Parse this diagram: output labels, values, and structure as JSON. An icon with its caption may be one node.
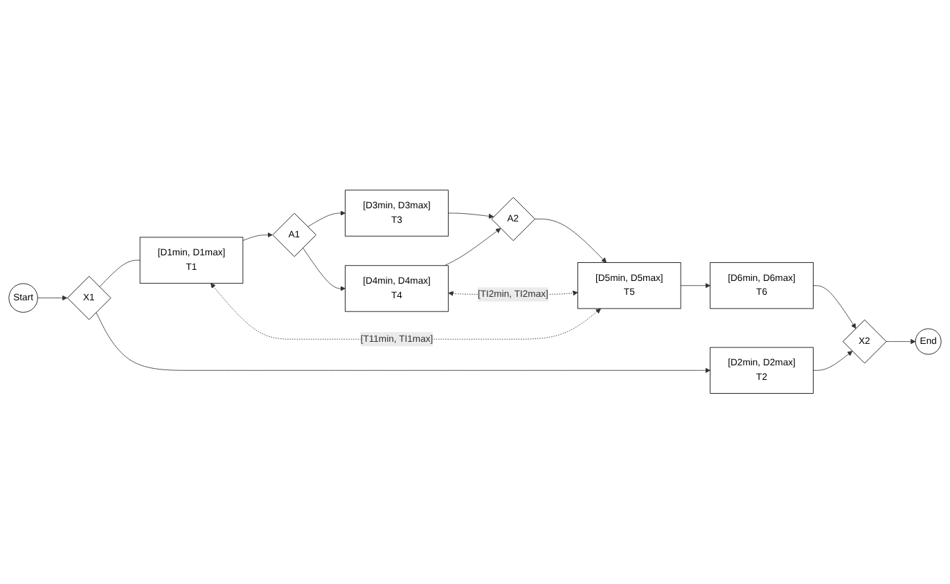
{
  "diagram": {
    "nodes": [
      {
        "text": [
          "Start"
        ]
      },
      {
        "text": [
          "X1"
        ]
      },
      {
        "text": [
          "[D2min, D2max]",
          "T2"
        ]
      },
      {
        "text": [
          "[D1min, D1max]",
          "T1"
        ]
      },
      {
        "text": [
          "A1"
        ]
      },
      {
        "text": [
          "[D3min, D3max]",
          "T3"
        ]
      },
      {
        "text": [
          "[D4min, D4max]",
          "T4"
        ]
      },
      {
        "text": [
          "A2"
        ]
      },
      {
        "text": [
          "[D5min, D5max]",
          "T5"
        ]
      },
      {
        "text": [
          "[D6min, D6max]",
          "T6"
        ]
      },
      {
        "text": [
          "X2"
        ]
      },
      {
        "text": [
          "End"
        ]
      }
    ],
    "edges": [
      {
        "from": 0,
        "to": 1,
        "arrow": "to"
      },
      {
        "from": 1,
        "to": 2,
        "arrow": "to"
      },
      {
        "from": 1,
        "to": 3,
        "arrow": "none"
      },
      {
        "from": 3,
        "to": 4,
        "arrow": "to"
      },
      {
        "from": 4,
        "to": 5,
        "arrow": "to"
      },
      {
        "from": 4,
        "to": 6,
        "arrow": "to"
      },
      {
        "from": 5,
        "to": 7,
        "arrow": "to"
      },
      {
        "from": 6,
        "to": 7,
        "arrow": "to"
      },
      {
        "from": 7,
        "to": 8,
        "arrow": "to"
      },
      {
        "from": 8,
        "to": 9,
        "arrow": "to"
      },
      {
        "from": 9,
        "to": 10,
        "arrow": "to"
      },
      {
        "from": 2,
        "to": 10,
        "arrow": "to"
      },
      {
        "from": 10,
        "to": 11,
        "arrow": "to"
      },
      {
        "from": 8,
        "to": 3,
        "arrow": "both",
        "style": "dashed",
        "label": "[T11min, TI1max]"
      },
      {
        "from": 6,
        "to": 8,
        "arrow": "both",
        "style": "dashed",
        "label": "[TI2min, TI2max]"
      }
    ]
  }
}
